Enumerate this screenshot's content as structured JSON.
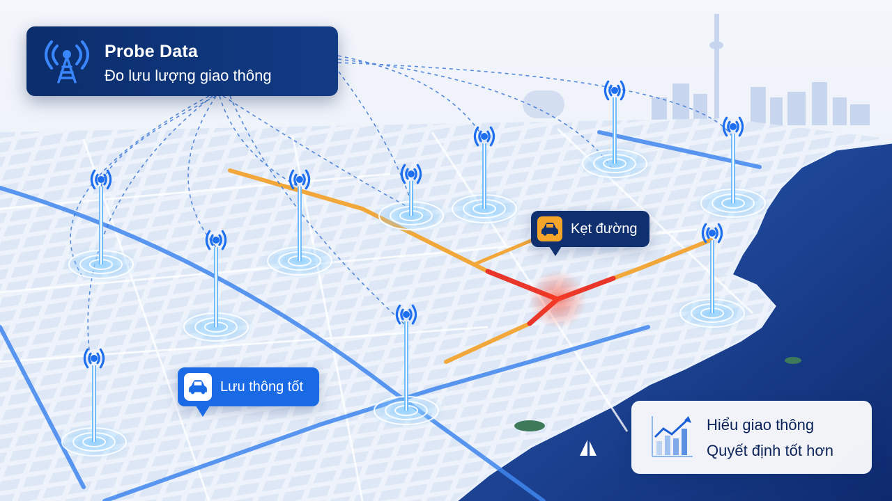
{
  "header_panel": {
    "title": "Probe Data",
    "subtitle": "Đo lưu lượng giao thông",
    "icon": "cell-tower-icon"
  },
  "callouts": {
    "congestion": {
      "label": "Kẹt đường",
      "icon": "car-icon",
      "accent": "#f4a52a"
    },
    "free_flow": {
      "label": "Lưu thông tốt",
      "icon": "car-icon",
      "accent": "#1a6ae6"
    }
  },
  "insight_card": {
    "line1": "Hiểu giao thông",
    "line2": "Quyết định tốt hơn",
    "icon": "growth-chart-icon"
  },
  "colors": {
    "panel_navy": "#0b2d6b",
    "tower_blue": "#1e6ff0",
    "congestion_red": "#e8372a",
    "congestion_orange": "#f2a73a",
    "sea": "#1b3f8e"
  }
}
